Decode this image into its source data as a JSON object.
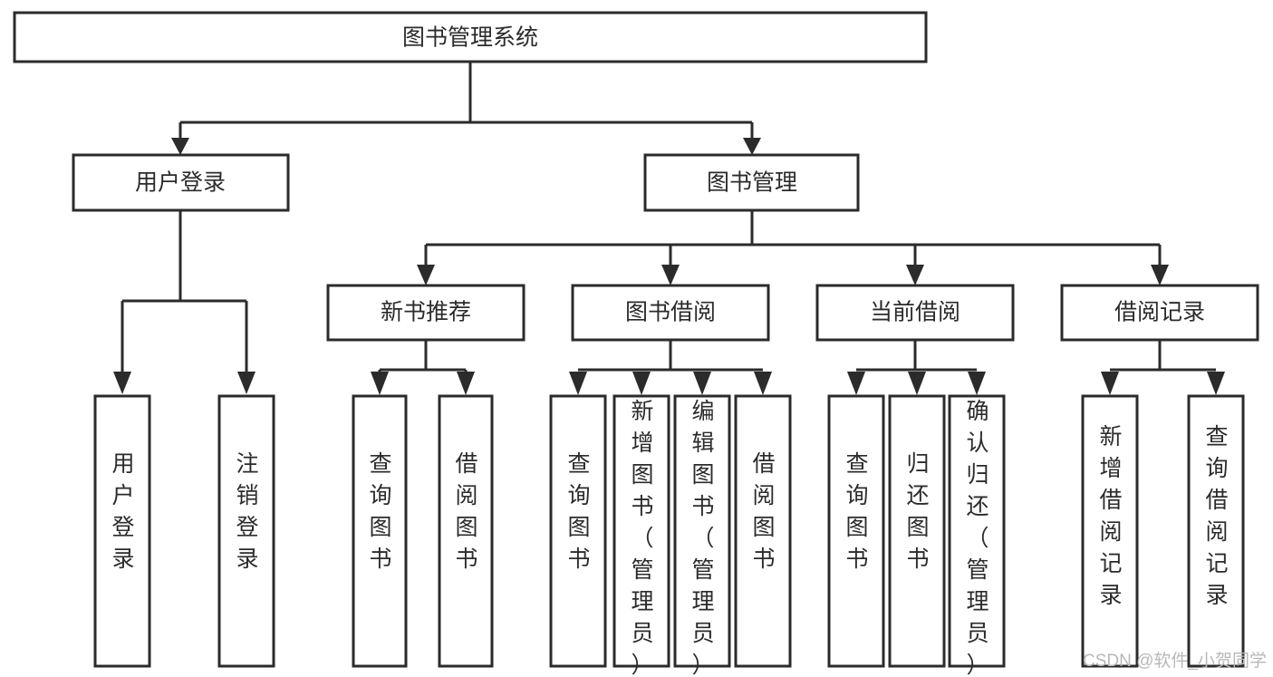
{
  "diagram": {
    "title": "图书管理系统",
    "root": {
      "label": "图书管理系统"
    },
    "level2": [
      {
        "label": "用户登录"
      },
      {
        "label": "图书管理"
      }
    ],
    "level3": [
      {
        "label": "新书推荐"
      },
      {
        "label": "图书借阅"
      },
      {
        "label": "当前借阅"
      },
      {
        "label": "借阅记录"
      }
    ],
    "leaves": {
      "user_login": [
        {
          "label": "用户登录"
        },
        {
          "label": "注销登录"
        }
      ],
      "new_book": [
        {
          "label": "查询图书"
        },
        {
          "label": "借阅图书"
        }
      ],
      "book_borrow": [
        {
          "label": "查询图书"
        },
        {
          "label": "新增图书（管理员）"
        },
        {
          "label": "编辑图书（管理员）"
        },
        {
          "label": "借阅图书"
        }
      ],
      "current_borrow": [
        {
          "label": "查询图书"
        },
        {
          "label": "归还图书"
        },
        {
          "label": "确认归还（管理员）"
        }
      ],
      "borrow_record": [
        {
          "label": "新增借阅记录"
        },
        {
          "label": "查询借阅记录"
        }
      ]
    }
  },
  "watermark": {
    "text": "CSDN @软件_小贺同学"
  },
  "colors": {
    "stroke": "#2b2b2b",
    "fill": "#ffffff",
    "text": "#2b2b2b",
    "watermark": "#b8b8b8"
  }
}
